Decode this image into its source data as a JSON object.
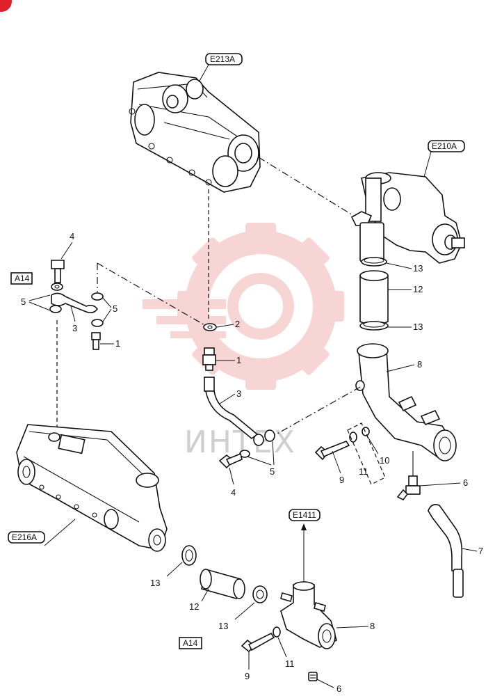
{
  "watermark": {
    "text": "ИНТЕХ",
    "color": "#f4b4b4"
  },
  "callouts": {
    "e213a": "E213A",
    "e210a": "E210A",
    "e216a": "E216A",
    "e1411": "E1411",
    "a14_top": "A14",
    "a14_bottom": "A14"
  },
  "part_numbers": {
    "n4_top": "4",
    "n5_left": "5",
    "n3_left": "3",
    "n5_right": "5",
    "n1_left": "1",
    "n2": "2",
    "n1_mid": "1",
    "n3_mid": "3",
    "n4_mid": "4",
    "n5_mid": "5",
    "n13_a": "13",
    "n12_a": "12",
    "n13_b": "13",
    "n8_top": "8",
    "n9_mid": "9",
    "n11_mid": "11",
    "n10": "10",
    "n6_mid": "6",
    "n7": "7",
    "n13_c": "13",
    "n12_b": "12",
    "n13_d": "13",
    "n8_bot": "8",
    "n9_bot": "9",
    "n11_bot": "11",
    "n6_bot": "6"
  }
}
